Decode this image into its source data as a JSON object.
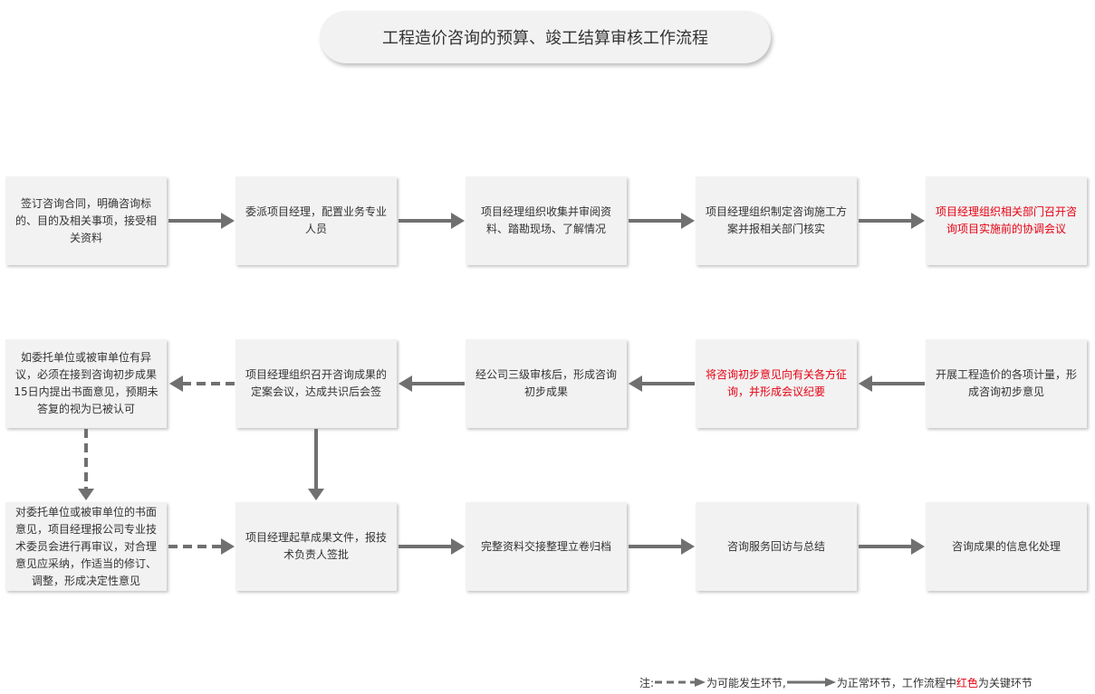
{
  "title": "工程造价咨询的预算、竣工结算审核工作流程",
  "boxes": {
    "r1_1": "签订咨询合同，明确咨询标的、目的及相关事项，接受相关资料",
    "r1_2": "委派项目经理，配置业务专业人员",
    "r1_3": "项目经理组织收集并审阅资料、踏勘现场、了解情况",
    "r1_4": "项目经理组织制定咨询施工方案并报相关部门核实",
    "r1_5": "项目经理组织相关部门召开咨询项目实施前的协调会议",
    "r2_1": "如委托单位或被审单位有异议，必须在接到咨询初步成果15日内提出书面意见，预期未答复的视为已被认可",
    "r2_2": "项目经理组织召开咨询成果的定案会议，达成共识后会签",
    "r2_3": "经公司三级审核后，形成咨询初步成果",
    "r2_4": "将咨询初步意见向有关各方征询，并形成会议纪要",
    "r2_5": "开展工程造价的各项计量，形成咨询初步意见",
    "r3_1": "对委托单位或被审单位的书面意见，项目经理报公司专业技术委员会进行再审议，对合理意见应采纳，作适当的修订、调整，形成决定性意见",
    "r3_2": "项目经理起草成果文件，报技术负责人签批",
    "r3_3": "完整资料交接整理立卷归档",
    "r3_4": "咨询服务回访与总结",
    "r3_5": "咨询成果的信息化处理"
  },
  "legend": {
    "prefix": "注:",
    "dashed_desc": "为可能发生环节,",
    "solid_desc": "为正常环节，工作流程中",
    "red_word": "红色",
    "suffix": "为关键环节"
  },
  "colors": {
    "arrow": "#707070",
    "box_bg": "#f2f2f2",
    "key_text": "#e60012",
    "text": "#333333"
  }
}
